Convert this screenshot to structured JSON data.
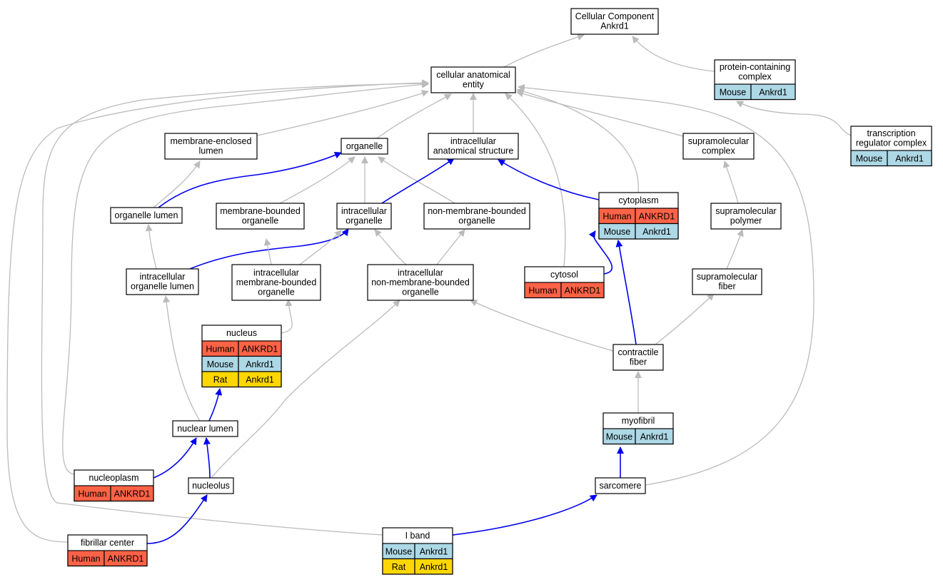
{
  "colors": {
    "human": "#ff6347",
    "mouse": "#add8e6",
    "rat": "#ffd700",
    "edge_default": "#bbbbbb",
    "edge_highlight": "#0000ee",
    "node_border": "#000000"
  },
  "species": {
    "human": "Human",
    "mouse": "Mouse",
    "rat": "Rat"
  },
  "nodes": [
    {
      "id": "root",
      "label": [
        "Cellular Component",
        "Ankrd1"
      ],
      "rows": []
    },
    {
      "id": "cae",
      "label": [
        "cellular anatomical",
        "entity"
      ],
      "rows": []
    },
    {
      "id": "pcc",
      "label": [
        "protein-containing",
        "complex"
      ],
      "rows": [
        {
          "species": "mouse",
          "gene": "Ankrd1"
        }
      ]
    },
    {
      "id": "trc",
      "label": [
        "transcription",
        "regulator complex"
      ],
      "rows": [
        {
          "species": "mouse",
          "gene": "Ankrd1"
        }
      ]
    },
    {
      "id": "mel",
      "label": [
        "membrane-enclosed",
        "lumen"
      ],
      "rows": []
    },
    {
      "id": "organelle",
      "label": [
        "organelle"
      ],
      "rows": []
    },
    {
      "id": "ias",
      "label": [
        "intracellular",
        "anatomical structure"
      ],
      "rows": []
    },
    {
      "id": "smc",
      "label": [
        "supramolecular",
        "complex"
      ],
      "rows": []
    },
    {
      "id": "olumen",
      "label": [
        "organelle lumen"
      ],
      "rows": []
    },
    {
      "id": "mbo",
      "label": [
        "membrane-bounded",
        "organelle"
      ],
      "rows": []
    },
    {
      "id": "io",
      "label": [
        "intracellular",
        "organelle"
      ],
      "rows": []
    },
    {
      "id": "nmbo",
      "label": [
        "non-membrane-bounded",
        "organelle"
      ],
      "rows": []
    },
    {
      "id": "cytoplasm",
      "label": [
        "cytoplasm"
      ],
      "rows": [
        {
          "species": "human",
          "gene": "ANKRD1"
        },
        {
          "species": "mouse",
          "gene": "Ankrd1"
        }
      ]
    },
    {
      "id": "smp",
      "label": [
        "supramolecular",
        "polymer"
      ],
      "rows": []
    },
    {
      "id": "iol",
      "label": [
        "intracellular",
        "organelle lumen"
      ],
      "rows": []
    },
    {
      "id": "imbo",
      "label": [
        "intracellular",
        "membrane-bounded",
        "organelle"
      ],
      "rows": []
    },
    {
      "id": "inmbo",
      "label": [
        "intracellular",
        "non-membrane-bounded",
        "organelle"
      ],
      "rows": []
    },
    {
      "id": "cytosol",
      "label": [
        "cytosol"
      ],
      "rows": [
        {
          "species": "human",
          "gene": "ANKRD1"
        }
      ]
    },
    {
      "id": "smf",
      "label": [
        "supramolecular",
        "fiber"
      ],
      "rows": []
    },
    {
      "id": "nucleus",
      "label": [
        "nucleus"
      ],
      "rows": [
        {
          "species": "human",
          "gene": "ANKRD1"
        },
        {
          "species": "mouse",
          "gene": "Ankrd1"
        },
        {
          "species": "rat",
          "gene": "Ankrd1"
        }
      ]
    },
    {
      "id": "cfiber",
      "label": [
        "contractile",
        "fiber"
      ],
      "rows": []
    },
    {
      "id": "myofibril",
      "label": [
        "myofibril"
      ],
      "rows": [
        {
          "species": "mouse",
          "gene": "Ankrd1"
        }
      ]
    },
    {
      "id": "nlumen",
      "label": [
        "nuclear lumen"
      ],
      "rows": []
    },
    {
      "id": "nucleoplasm",
      "label": [
        "nucleoplasm"
      ],
      "rows": [
        {
          "species": "human",
          "gene": "ANKRD1"
        }
      ]
    },
    {
      "id": "nucleolus",
      "label": [
        "nucleolus"
      ],
      "rows": []
    },
    {
      "id": "sarcomere",
      "label": [
        "sarcomere"
      ],
      "rows": []
    },
    {
      "id": "fcenter",
      "label": [
        "fibrillar center"
      ],
      "rows": [
        {
          "species": "human",
          "gene": "ANKRD1"
        }
      ]
    },
    {
      "id": "iband",
      "label": [
        "I band"
      ],
      "rows": [
        {
          "species": "mouse",
          "gene": "Ankrd1"
        },
        {
          "species": "rat",
          "gene": "Ankrd1"
        }
      ]
    }
  ],
  "edges": [
    {
      "from": "cae",
      "to": "root",
      "kind": "gray"
    },
    {
      "from": "pcc",
      "to": "root",
      "kind": "gray"
    },
    {
      "from": "trc",
      "to": "pcc",
      "kind": "gray"
    },
    {
      "from": "mel",
      "to": "cae",
      "kind": "gray"
    },
    {
      "from": "organelle",
      "to": "cae",
      "kind": "gray"
    },
    {
      "from": "ias",
      "to": "cae",
      "kind": "gray"
    },
    {
      "from": "smc",
      "to": "cae",
      "kind": "gray"
    },
    {
      "from": "cytoplasm",
      "to": "cae",
      "kind": "gray"
    },
    {
      "from": "cytosol",
      "to": "cae",
      "kind": "gray"
    },
    {
      "from": "nucleoplasm",
      "to": "cae",
      "kind": "gray"
    },
    {
      "from": "fcenter",
      "to": "cae",
      "kind": "gray"
    },
    {
      "from": "iband",
      "to": "cae",
      "kind": "gray"
    },
    {
      "from": "sarcomere",
      "to": "cae",
      "kind": "gray"
    },
    {
      "from": "olumen",
      "to": "mel",
      "kind": "gray"
    },
    {
      "from": "olumen",
      "to": "organelle",
      "kind": "blue"
    },
    {
      "from": "mbo",
      "to": "organelle",
      "kind": "gray"
    },
    {
      "from": "io",
      "to": "organelle",
      "kind": "gray"
    },
    {
      "from": "nmbo",
      "to": "organelle",
      "kind": "gray"
    },
    {
      "from": "io",
      "to": "ias",
      "kind": "blue"
    },
    {
      "from": "cytoplasm",
      "to": "ias",
      "kind": "blue"
    },
    {
      "from": "smp",
      "to": "smc",
      "kind": "gray"
    },
    {
      "from": "iol",
      "to": "olumen",
      "kind": "gray"
    },
    {
      "from": "iol",
      "to": "io",
      "kind": "blue"
    },
    {
      "from": "imbo",
      "to": "mbo",
      "kind": "gray"
    },
    {
      "from": "imbo",
      "to": "io",
      "kind": "gray"
    },
    {
      "from": "inmbo",
      "to": "io",
      "kind": "gray"
    },
    {
      "from": "inmbo",
      "to": "nmbo",
      "kind": "gray"
    },
    {
      "from": "cytosol",
      "to": "cytoplasm",
      "kind": "blue"
    },
    {
      "from": "smf",
      "to": "smp",
      "kind": "gray"
    },
    {
      "from": "nucleus",
      "to": "imbo",
      "kind": "gray"
    },
    {
      "from": "cfiber",
      "to": "inmbo",
      "kind": "gray"
    },
    {
      "from": "cfiber",
      "to": "smf",
      "kind": "gray"
    },
    {
      "from": "cfiber",
      "to": "cytoplasm",
      "kind": "blue"
    },
    {
      "from": "myofibril",
      "to": "cfiber",
      "kind": "gray"
    },
    {
      "from": "nlumen",
      "to": "iol",
      "kind": "gray"
    },
    {
      "from": "nlumen",
      "to": "nucleus",
      "kind": "blue"
    },
    {
      "from": "nucleoplasm",
      "to": "nlumen",
      "kind": "blue"
    },
    {
      "from": "nucleolus",
      "to": "nlumen",
      "kind": "blue"
    },
    {
      "from": "nucleolus",
      "to": "inmbo",
      "kind": "gray"
    },
    {
      "from": "sarcomere",
      "to": "myofibril",
      "kind": "blue"
    },
    {
      "from": "fcenter",
      "to": "nucleolus",
      "kind": "blue"
    },
    {
      "from": "iband",
      "to": "sarcomere",
      "kind": "blue"
    }
  ]
}
